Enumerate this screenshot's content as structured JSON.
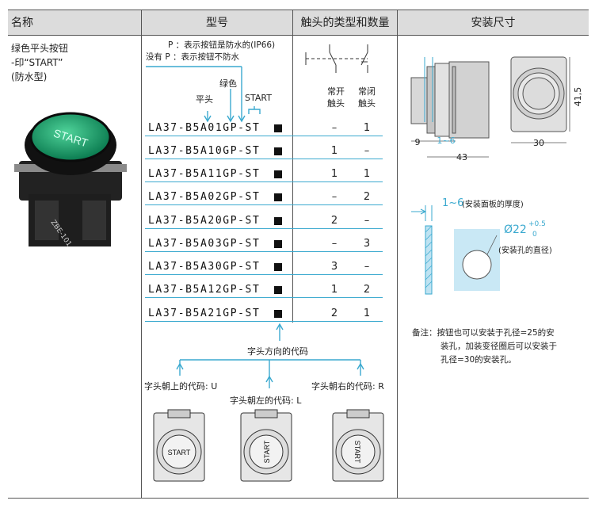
{
  "header": {
    "name": "名称",
    "model": "型号",
    "contact": "触头的类型和数量",
    "install": "安装尺寸"
  },
  "product": {
    "line1": "绿色平头按钮",
    "line2": "-印“START”",
    "line3": "(防水型)",
    "button_text": "START",
    "block_label": "ZBE-101"
  },
  "legend": {
    "p_note": "P ：表示按钮是防水的(IP66)",
    "no_p_note": "没有 P ：表示按钮不防水",
    "green": "绿色",
    "flat": "平头",
    "start": "START"
  },
  "contacts": {
    "no_label_1": "常开",
    "no_label_2": "触头",
    "nc_label_1": "常闭",
    "nc_label_2": "触头"
  },
  "models": [
    {
      "code": "LA37-B5A01GP-ST",
      "no": "–",
      "nc": "1"
    },
    {
      "code": "LA37-B5A10GP-ST",
      "no": "1",
      "nc": "–"
    },
    {
      "code": "LA37-B5A11GP-ST",
      "no": "1",
      "nc": "1"
    },
    {
      "code": "LA37-B5A02GP-ST",
      "no": "–",
      "nc": "2"
    },
    {
      "code": "LA37-B5A20GP-ST",
      "no": "2",
      "nc": "–"
    },
    {
      "code": "LA37-B5A03GP-ST",
      "no": "–",
      "nc": "3"
    },
    {
      "code": "LA37-B5A30GP-ST",
      "no": "3",
      "nc": "–"
    },
    {
      "code": "LA37-B5A12GP-ST",
      "no": "1",
      "nc": "2"
    },
    {
      "code": "LA37-B5A21GP-ST",
      "no": "2",
      "nc": "1"
    }
  ],
  "orientation": {
    "title": "字头方向的代码",
    "up": "字头朝上的代码: U",
    "left": "字头朝左的代码: L",
    "right": "字头朝右的代码: R",
    "label": "START"
  },
  "dims": {
    "d9": "9",
    "d1_6": "1~6",
    "d43": "43",
    "d30": "30",
    "d41_5": "41,5",
    "panel_thk": "1~6",
    "panel_thk_note": "(安装面板的厚度)",
    "hole_dia": "Ø22",
    "tol_plus": "+0.5",
    "tol_zero": "0",
    "hole_note": "(安装孔的直径)"
  },
  "note": {
    "line1": "备注：按钮也可以安装于孔径=25的安",
    "line2": "装孔，加装变径圈后可以安装于",
    "line3": "孔径=30的安装孔。"
  },
  "colors": {
    "accent": "#3aa9cf",
    "header_bg": "#dcdcdc",
    "button_green": "#1a9e6b"
  }
}
